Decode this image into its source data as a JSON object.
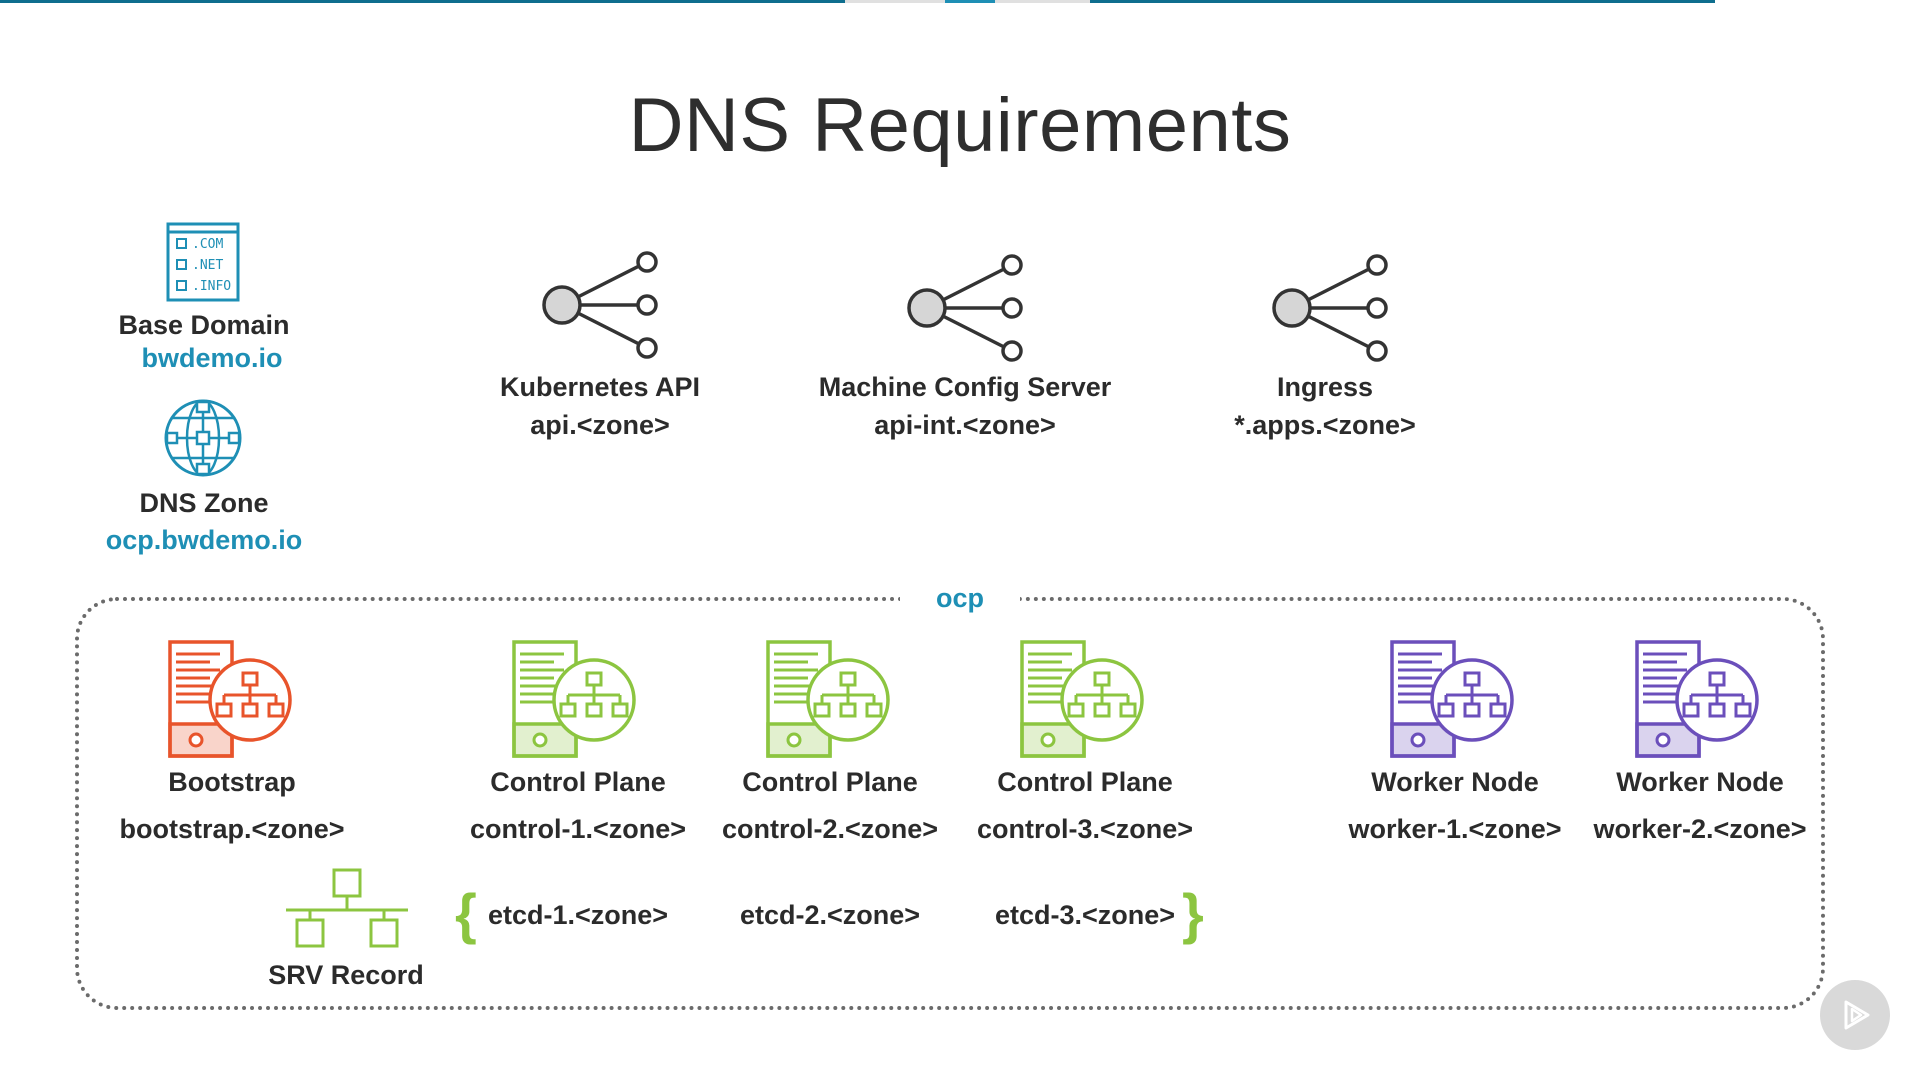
{
  "title": "DNS Requirements",
  "base_domain": {
    "icon": "domain-list-icon",
    "icon_lines": [
      ".COM",
      ".NET",
      ".INFO"
    ],
    "label": "Base Domain",
    "value": "bwdemo.io"
  },
  "dns_zone": {
    "icon": "globe-network-icon",
    "label": "DNS Zone",
    "value": "ocp.bwdemo.io"
  },
  "endpoints": [
    {
      "icon": "share-icon",
      "label": "Kubernetes API",
      "value": "api.<zone>"
    },
    {
      "icon": "share-icon",
      "label": "Machine Config Server",
      "value": "api-int.<zone>"
    },
    {
      "icon": "share-icon",
      "label": "Ingress",
      "value": "*.apps.<zone>"
    }
  ],
  "cluster": {
    "name": "ocp",
    "nodes": [
      {
        "icon": "server-network-icon",
        "label": "Bootstrap",
        "value": "bootstrap.<zone>",
        "color": "#e8542b"
      },
      {
        "icon": "server-network-icon",
        "label": "Control Plane",
        "value": "control-1.<zone>",
        "color": "#8cc540"
      },
      {
        "icon": "server-network-icon",
        "label": "Control Plane",
        "value": "control-2.<zone>",
        "color": "#8cc540"
      },
      {
        "icon": "server-network-icon",
        "label": "Control Plane",
        "value": "control-3.<zone>",
        "color": "#8cc540"
      },
      {
        "icon": "server-network-icon",
        "label": "Worker Node",
        "value": "worker-1.<zone>",
        "color": "#6b4fbb"
      },
      {
        "icon": "server-network-icon",
        "label": "Worker Node",
        "value": "worker-2.<zone>",
        "color": "#6b4fbb"
      }
    ],
    "srv_record": {
      "icon": "hierarchy-icon",
      "label": "SRV Record",
      "color": "#8cc540"
    },
    "etcd": [
      "etcd-1.<zone>",
      "etcd-2.<zone>",
      "etcd-3.<zone>"
    ],
    "brace_open": "{",
    "brace_close": "}"
  },
  "colors": {
    "accent_blue": "#1e8fb5",
    "icon_teal": "#1e8fb5",
    "icon_gray": "#333333",
    "icon_fill": "#d6d6d6"
  }
}
